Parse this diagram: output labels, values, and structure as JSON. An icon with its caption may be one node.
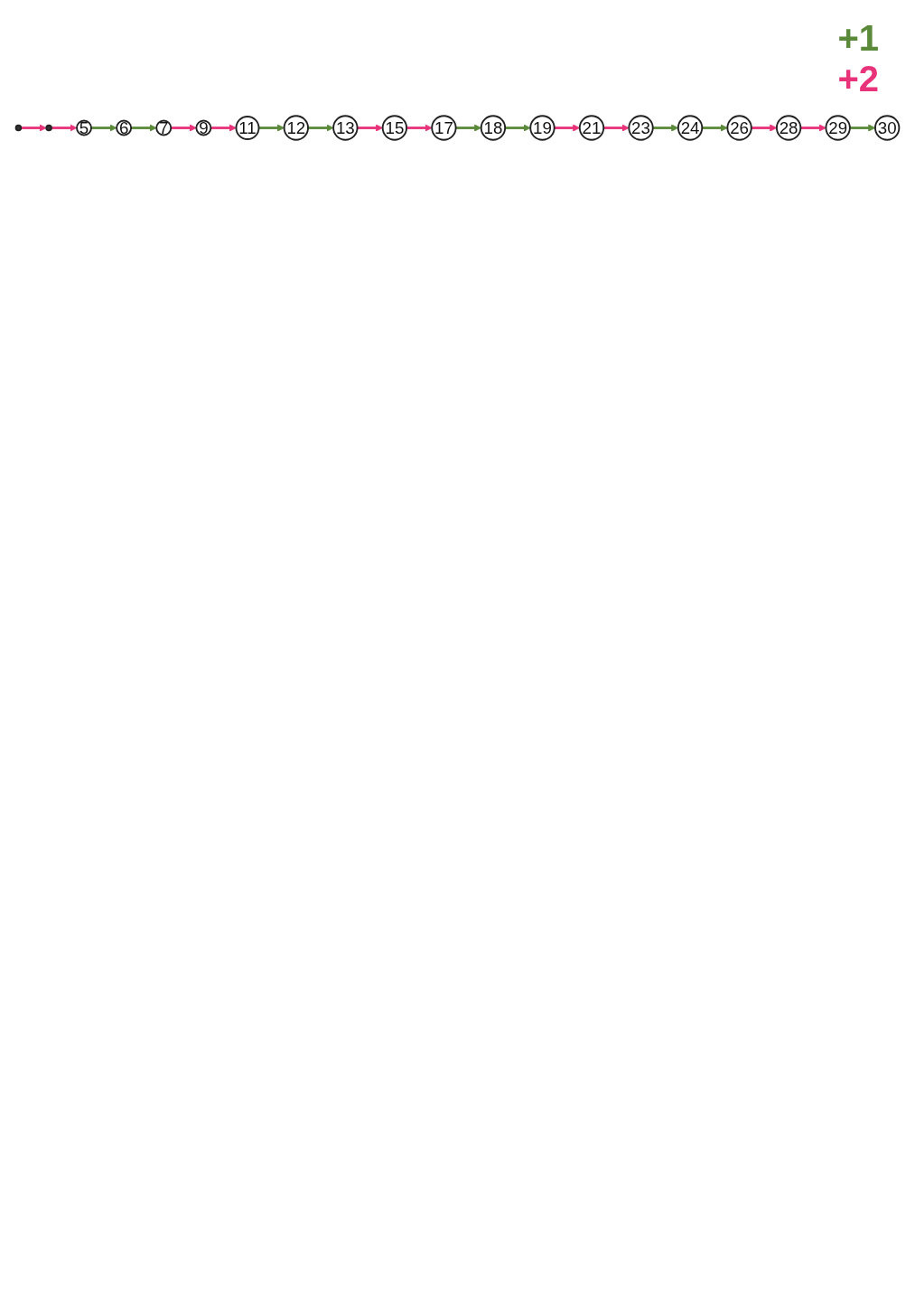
{
  "diagram": {
    "nodes": [
      {
        "text": [],
        "shape": "circle"
      },
      {
        "text": [],
        "shape": "circle"
      },
      {
        "text": [
          "5"
        ]
      },
      {
        "text": [
          "6"
        ]
      },
      {
        "text": [
          "7"
        ]
      },
      {
        "text": [
          "9"
        ]
      },
      {
        "text": [
          "11"
        ]
      },
      {
        "text": [
          "12"
        ]
      },
      {
        "text": [
          "13"
        ]
      },
      {
        "text": [
          "15"
        ]
      },
      {
        "text": [
          "17"
        ]
      },
      {
        "text": [
          "18"
        ]
      },
      {
        "text": [
          "19"
        ]
      },
      {
        "text": [
          "21"
        ]
      },
      {
        "text": [
          "23"
        ]
      },
      {
        "text": [
          "24"
        ]
      },
      {
        "text": [
          "26"
        ]
      },
      {
        "text": [
          "28"
        ]
      },
      {
        "text": [
          "29"
        ]
      },
      {
        "text": [
          "30"
        ]
      }
    ],
    "edges": [
      {
        "from": 0,
        "to": 1,
        "arrow": "to",
        "color": "#e8337a"
      },
      {
        "from": 1,
        "to": 2,
        "arrow": "to",
        "color": "#e8337a"
      },
      {
        "from": 2,
        "to": 3,
        "arrow": "to",
        "color": "#5a8a3a"
      },
      {
        "from": 3,
        "to": 4,
        "arrow": "to",
        "color": "#5a8a3a"
      },
      {
        "from": 4,
        "to": 5,
        "arrow": "to",
        "color": "#e8337a"
      },
      {
        "from": 5,
        "to": 6,
        "arrow": "to",
        "color": "#e8337a"
      },
      {
        "from": 6,
        "to": 7,
        "arrow": "to",
        "color": "#5a8a3a"
      },
      {
        "from": 7,
        "to": 8,
        "arrow": "to",
        "color": "#5a8a3a"
      },
      {
        "from": 8,
        "to": 9,
        "arrow": "to",
        "color": "#e8337a"
      },
      {
        "from": 9,
        "to": 10,
        "arrow": "to",
        "color": "#e8337a"
      },
      {
        "from": 10,
        "to": 11,
        "arrow": "to",
        "color": "#5a8a3a"
      },
      {
        "from": 11,
        "to": 12,
        "arrow": "to",
        "color": "#5a8a3a"
      },
      {
        "from": 12,
        "to": 13,
        "arrow": "to",
        "color": "#e8337a"
      },
      {
        "from": 13,
        "to": 14,
        "arrow": "to",
        "color": "#e8337a"
      },
      {
        "from": 14,
        "to": 15,
        "arrow": "to",
        "color": "#5a8a3a"
      },
      {
        "from": 15,
        "to": 16,
        "arrow": "to",
        "color": "#5a8a3a"
      },
      {
        "from": 16,
        "to": 17,
        "arrow": "to",
        "color": "#e8337a"
      },
      {
        "from": 17,
        "to": 18,
        "arrow": "to",
        "color": "#e8337a"
      },
      {
        "from": 18,
        "to": 19,
        "arrow": "to",
        "color": "#5a8a3a"
      }
    ],
    "legend": [
      {
        "text": "+1",
        "color": "#5a8a3a"
      },
      {
        "text": "+2",
        "color": "#e8337a"
      }
    ]
  }
}
